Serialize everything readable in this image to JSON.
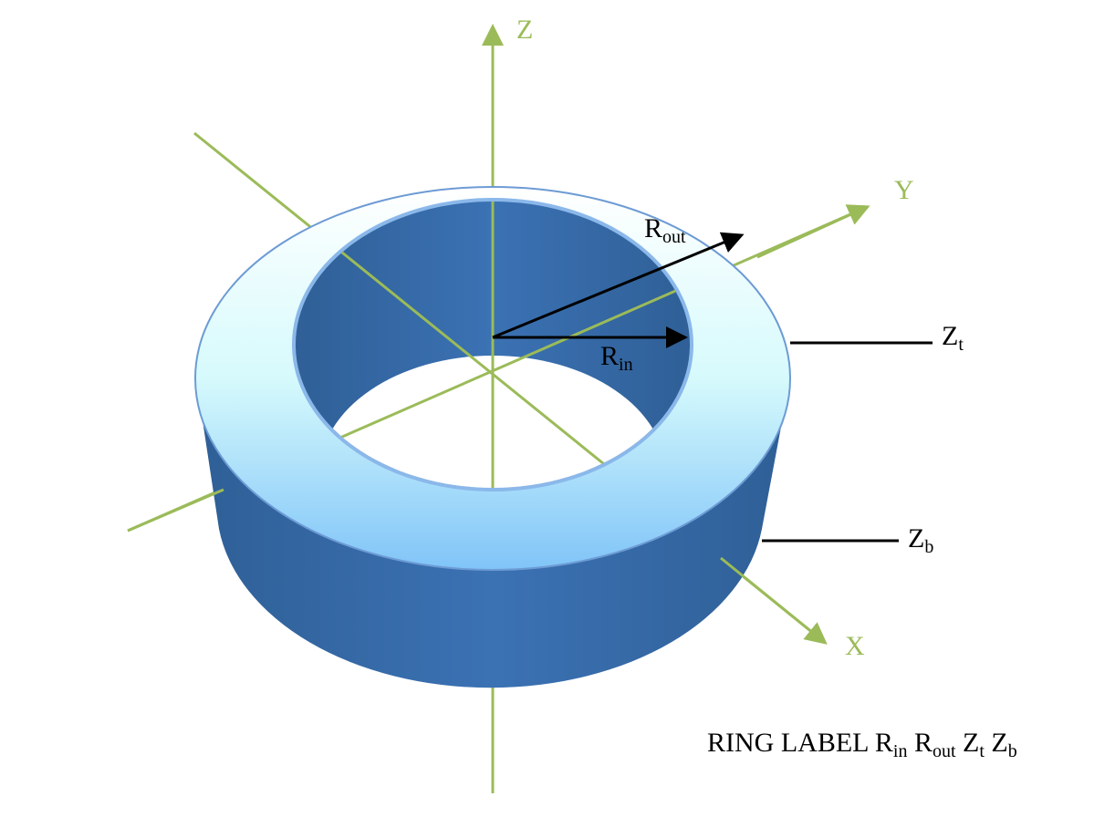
{
  "axes": {
    "z": "Z",
    "y": "Y",
    "x": "X"
  },
  "labels": {
    "r_out": {
      "main": "R",
      "sub": "out"
    },
    "r_in": {
      "main": "R",
      "sub": "in"
    },
    "z_t": {
      "main": "Z",
      "sub": "t"
    },
    "z_b": {
      "main": "Z",
      "sub": "b"
    }
  },
  "caption": {
    "text": "RING LABEL",
    "terms": [
      {
        "main": "R",
        "sub": "in"
      },
      {
        "main": "R",
        "sub": "out"
      },
      {
        "main": "Z",
        "sub": "t"
      },
      {
        "main": "Z",
        "sub": "b"
      }
    ]
  },
  "colors": {
    "axis": "#9bbb59",
    "ring_side": "#3a6eaa",
    "ring_top": "#c8f4fa"
  }
}
